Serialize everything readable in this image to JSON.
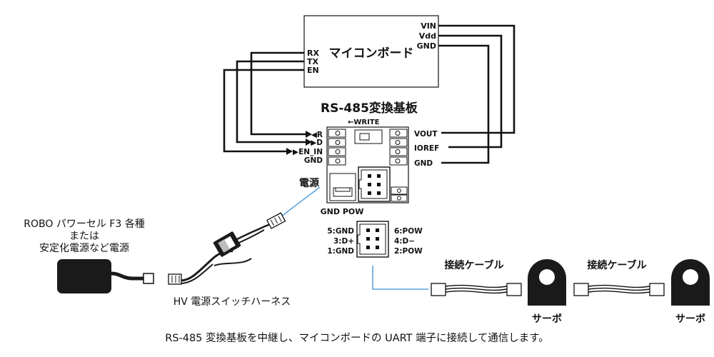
{
  "microcontroller": {
    "title": "マイコンボード",
    "pins_left": [
      "RX",
      "TX",
      "EN"
    ],
    "pins_right": [
      "VIN",
      "Vdd",
      "GND"
    ]
  },
  "converter": {
    "title": "RS-485変換基板",
    "write_label": "←WRITE",
    "pins_left": [
      "◀R",
      "▶D",
      "▶EN_IN",
      "GND"
    ],
    "pins_right": [
      "VOUT",
      "IOREF",
      "GND"
    ],
    "power_label": "電源",
    "bottom_label": "GND POW"
  },
  "connector_pinout": {
    "left": [
      "5:GND",
      "3:D+",
      "1:GND"
    ],
    "right": [
      "6:POW",
      "4:D−",
      "2:POW"
    ]
  },
  "power_source": {
    "lines": [
      "ROBO パワーセル F3 各種",
      "または",
      "安定化電源など電源"
    ]
  },
  "harness_label": "HV 電源スイッチハーネス",
  "cable_labels": [
    "接続ケーブル",
    "接続ケーブル"
  ],
  "servo_labels": [
    "サーボ",
    "サーボ"
  ],
  "caption": "RS-485 変換基板を中継し、マイコンボードの UART 端子に接続して通信します。",
  "colors": {
    "line": "#111111",
    "link": "#3a8fd6",
    "device": "#1a1a1a"
  }
}
